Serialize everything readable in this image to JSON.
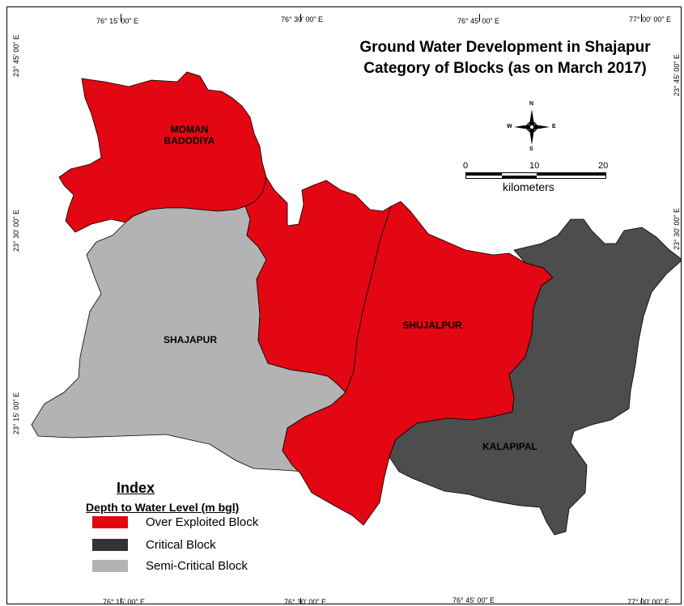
{
  "title": {
    "line1": "Ground Water Development in Shajapur",
    "line2": "Category of Blocks (as on March 2017)"
  },
  "colors": {
    "over_exploited": "#e30613",
    "critical": "#4d4d4d",
    "semi_critical": "#b3b3b3",
    "border": "#000000"
  },
  "coordinates": {
    "top": [
      "76° 15' 00\" E",
      "76° 30' 00\" E",
      "76° 45' 00\" E",
      "77° 00' 00\" E"
    ],
    "bottom": [
      "76° 15' 00\" E",
      "76° 30' 00\" E",
      "76° 45' 00\" E",
      "77° 00' 00\" E"
    ],
    "left": [
      "23° 45' 00\" E",
      "23° 30' 00\" E",
      "23° 15' 00\" E"
    ],
    "right": [
      "23° 45' 00\" E",
      "23° 30' 00\" E"
    ]
  },
  "blocks": [
    {
      "name": "MOMAN\nBADODIYA",
      "category": "over_exploited"
    },
    {
      "name": "SHAJAPUR",
      "category": "semi_critical"
    },
    {
      "name": "SHUJALPUR",
      "category": "over_exploited"
    },
    {
      "name": "KALAPIPAL",
      "category": "critical"
    }
  ],
  "compass": {
    "n": "N",
    "s": "S",
    "e": "E",
    "w": "W",
    "icon": "compass-rose-icon"
  },
  "scale_bar": {
    "ticks": [
      "0",
      "10",
      "20"
    ],
    "unit": "kilometers"
  },
  "legend": {
    "title": "Index",
    "subtitle": "Depth to Water Level (m bgl)",
    "items": [
      {
        "label": "Over Exploited Block",
        "color": "#e30613"
      },
      {
        "label": "Critical Block",
        "color": "#333333"
      },
      {
        "label": "Semi-Critical Block",
        "color": "#b3b3b3"
      }
    ]
  }
}
